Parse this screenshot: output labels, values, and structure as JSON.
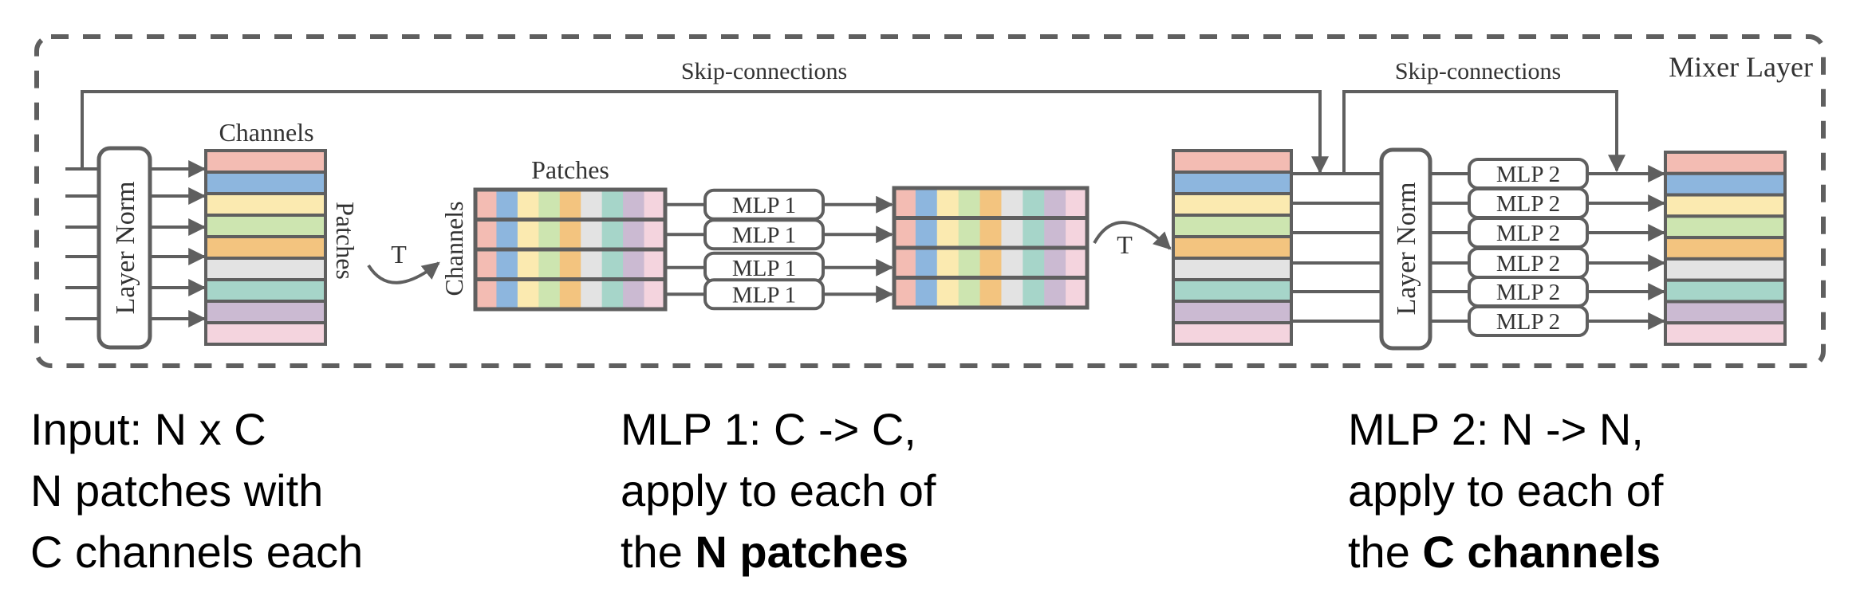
{
  "diagram": {
    "frame_label": "Mixer Layer",
    "skip_labels": [
      "Skip-connections",
      "Skip-connections"
    ],
    "layer_norm_label": "Layer Norm",
    "transpose_label": "T",
    "axis_labels": {
      "stack1_top": "Channels",
      "stack1_side": "Patches",
      "grid1_top": "Patches",
      "grid1_side": "Channels"
    },
    "mlp1_label": "MLP 1",
    "mlp1_count": 4,
    "mlp2_label": "MLP 2",
    "mlp2_count": 6,
    "colors": {
      "stroke": "#5f5f5f",
      "rows": [
        "#f3bcb3",
        "#8db6de",
        "#fbeab0",
        "#cde5b0",
        "#f3c47f",
        "#e3e3e3",
        "#a6d5c9",
        "#cbbad2",
        "#f4d4de"
      ]
    }
  },
  "captions": [
    {
      "lines": [
        {
          "text": "Input: N x C"
        },
        {
          "text": "N patches with"
        },
        {
          "text": "C channels each"
        }
      ]
    },
    {
      "lines": [
        {
          "text": "MLP 1: C -> C,"
        },
        {
          "text": "apply to each of"
        },
        {
          "pre": "the ",
          "bold": "N patches"
        }
      ]
    },
    {
      "lines": [
        {
          "text": "MLP 2: N -> N,"
        },
        {
          "text": "apply to each of"
        },
        {
          "pre": "the ",
          "bold": "C channels"
        }
      ]
    }
  ]
}
